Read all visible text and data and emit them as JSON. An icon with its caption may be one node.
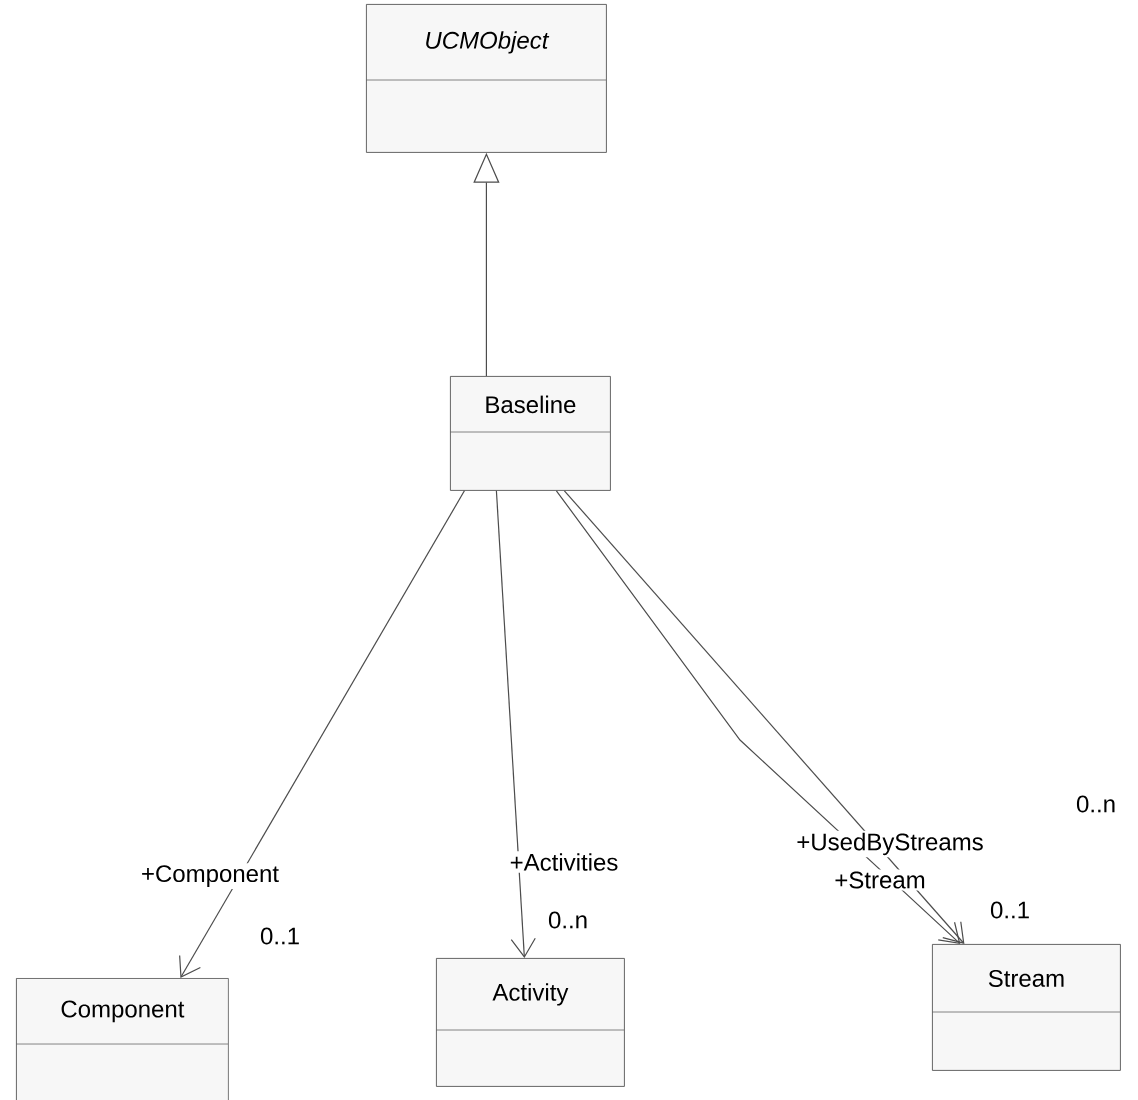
{
  "diagram": {
    "nodes": [
      {
        "text": [
          "UCMObject"
        ]
      },
      {
        "text": [
          "Baseline"
        ]
      },
      {
        "text": [
          "Component"
        ]
      },
      {
        "text": [
          "Activity"
        ]
      },
      {
        "text": [
          "Stream"
        ]
      }
    ],
    "edges": [
      {
        "from": 1,
        "to": 0,
        "arrow": "to"
      },
      {
        "from": 1,
        "to": 2,
        "arrow": "to",
        "label": "+Component"
      },
      {
        "from": 1,
        "to": 3,
        "arrow": "to",
        "label": "+Activities"
      },
      {
        "from": 1,
        "to": 4,
        "arrow": "to",
        "label": "+UsedByStreams"
      },
      {
        "from": 1,
        "to": 4,
        "arrow": "to",
        "label": "+Stream"
      }
    ],
    "labels": [
      "0..n",
      "0..1",
      "0..n",
      "0..1"
    ]
  }
}
